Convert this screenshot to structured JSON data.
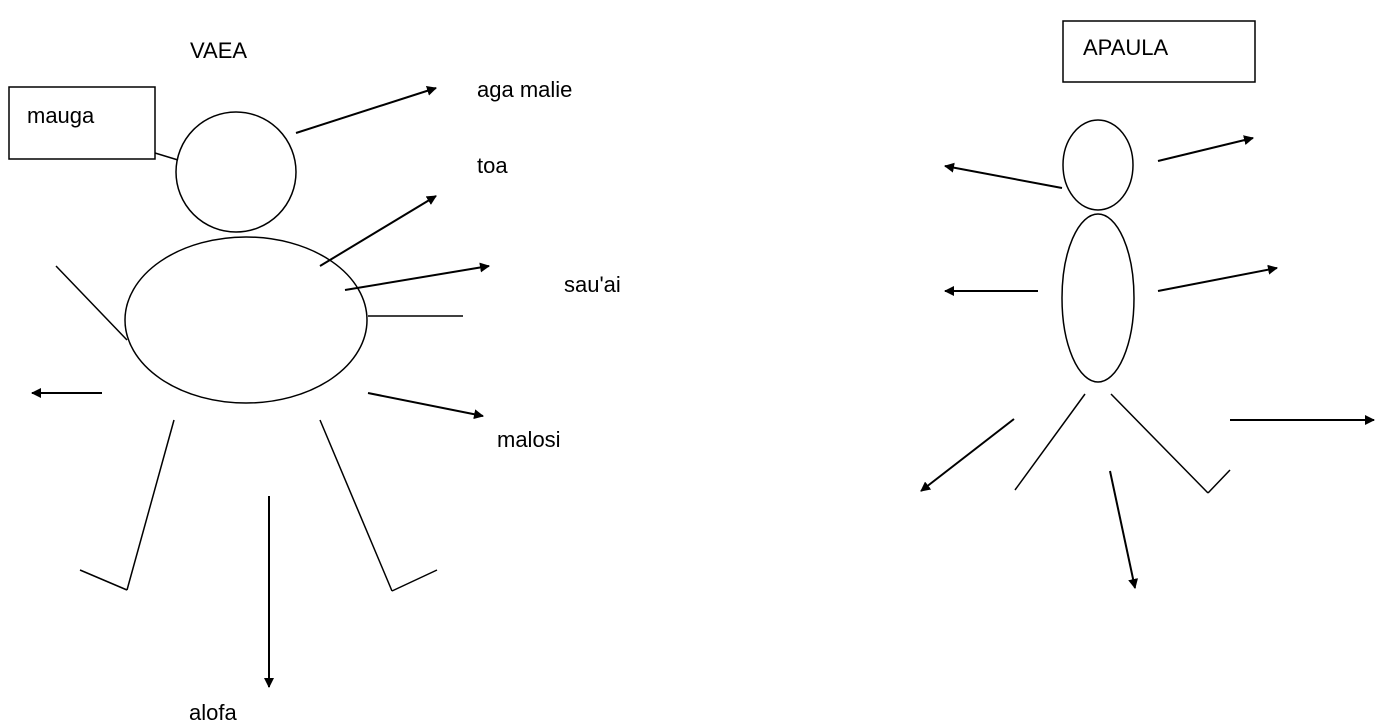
{
  "figures": [
    {
      "name": "VAEA",
      "labels": {
        "title": "VAEA",
        "box": "mauga",
        "head_arrow": "aga malie",
        "chest_arrow_1": "toa",
        "chest_arrow_2": "sau'ai",
        "body_arrow": "malosi",
        "bottom_arrow": "alofa"
      }
    },
    {
      "name": "APAULA",
      "labels": {
        "box": "APAULA"
      }
    }
  ]
}
